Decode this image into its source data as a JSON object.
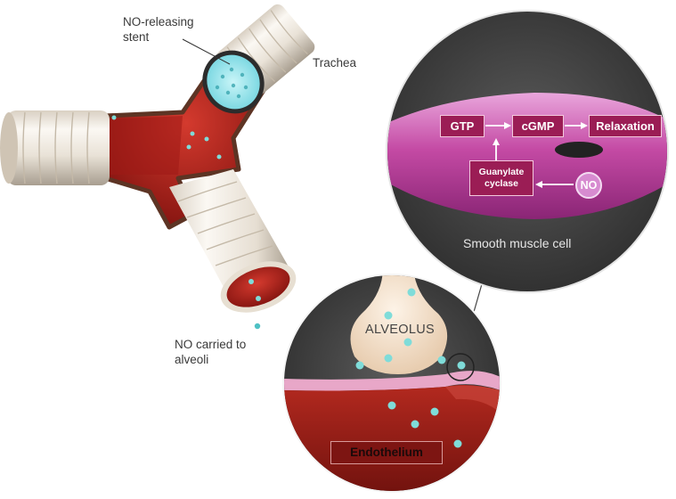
{
  "labels": {
    "stent": "NO-releasing stent",
    "trachea": "Trachea",
    "no_carried": "NO carried to alveoli",
    "smooth_muscle": "Smooth muscle cell",
    "alveolus": "ALVEOLUS",
    "endothelium": "Endothelium"
  },
  "pathway": {
    "gtp": "GTP",
    "cgmp": "cGMP",
    "relaxation": "Relaxation",
    "guanylate_cyclase": "Guanylate cyclase",
    "no": "NO"
  },
  "colors": {
    "tube_interior": "#b01f1a",
    "tube_wall": "#f1ece4",
    "stent": "#8fe2ea",
    "no_particle": "#7fdcd9",
    "muscle_cell": "#c64aa8",
    "pathway_box": "#9b1d55",
    "magnifier_bg": "#4a4a4a"
  }
}
